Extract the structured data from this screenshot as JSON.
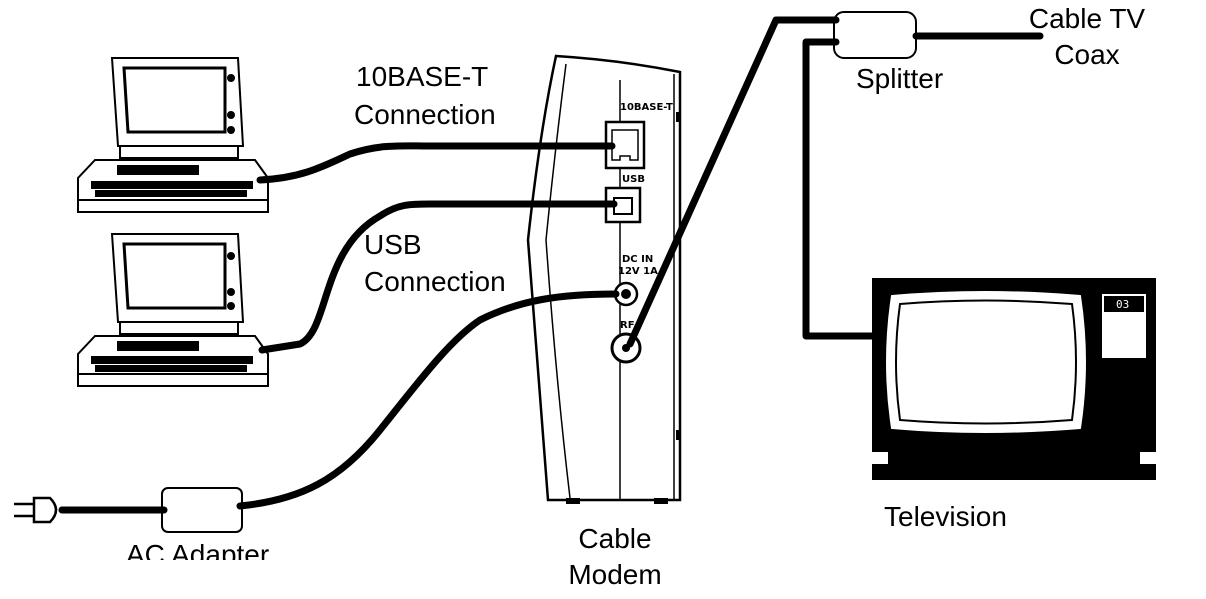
{
  "labels": {
    "tenbaset_line1": "10BASE-T",
    "tenbaset_line2": "Connection",
    "usb_line1": "USB",
    "usb_line2": "Connection",
    "splitter": "Splitter",
    "cable_tv_line1": "Cable TV",
    "cable_tv_line2": "Coax",
    "television": "Television",
    "ac_adapter": "AC Adapter",
    "cable_modem_line1": "Cable",
    "cable_modem_line2": "Modem"
  },
  "modem_ports": {
    "ethernet": "10BASE-T",
    "usb": "USB",
    "dc_in_line1": "DC IN",
    "dc_in_line2": "12V 1A",
    "rf": "RF"
  },
  "tv_channel": "03"
}
